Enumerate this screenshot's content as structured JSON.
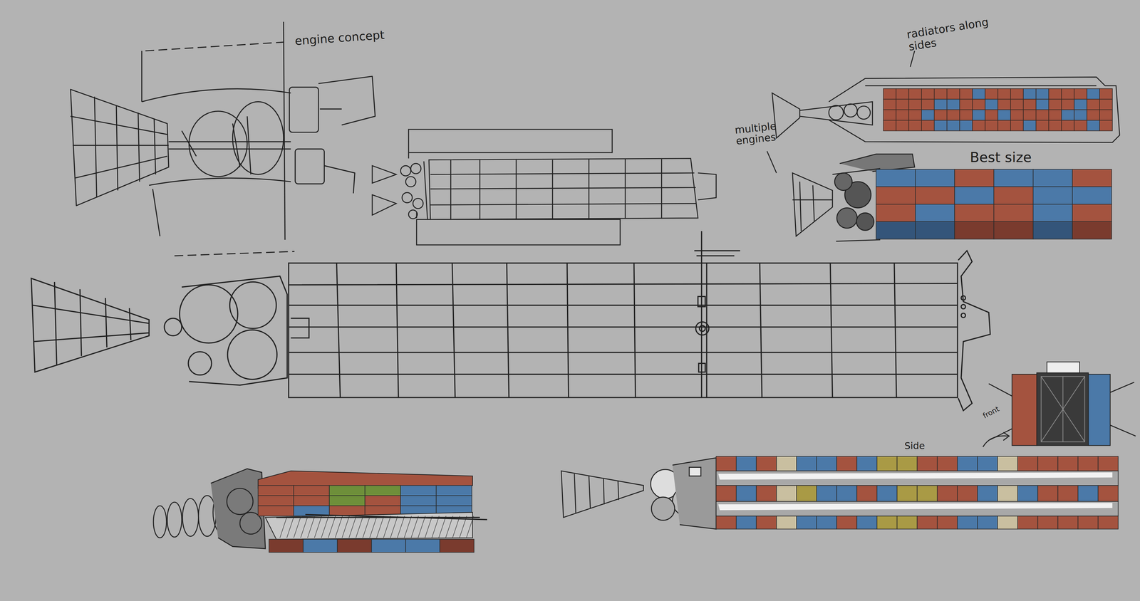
{
  "diagram": {
    "labels": [
      "engine concept",
      "radiators along sides",
      "multiple engines",
      "Best size",
      "Side",
      "front"
    ]
  }
}
